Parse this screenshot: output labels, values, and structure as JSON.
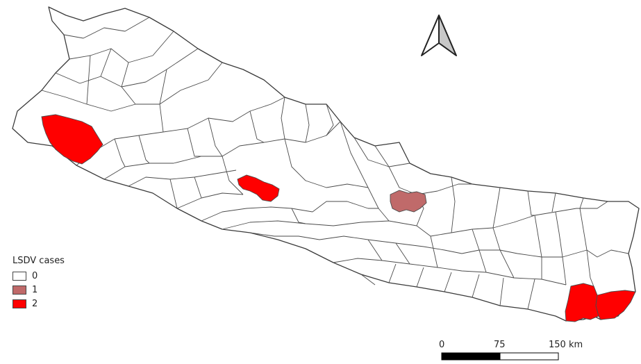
{
  "legend": {
    "title": "LSDV cases",
    "items": [
      {
        "label": "0",
        "color": "#ffffff"
      },
      {
        "label": "1",
        "color": "#c06a6a"
      },
      {
        "label": "2",
        "color": "#ff0000"
      }
    ]
  },
  "scale_bar": {
    "labels": [
      "0",
      "75",
      "150 km"
    ]
  },
  "north_arrow": {
    "icon": "north-arrow-icon"
  },
  "affected_districts": [
    {
      "id": "far-west-district",
      "cases": 2
    },
    {
      "id": "central-west-district",
      "cases": 2
    },
    {
      "id": "central-district",
      "cases": 1
    },
    {
      "id": "east-district-a",
      "cases": 2
    },
    {
      "id": "east-district-b",
      "cases": 2
    }
  ]
}
